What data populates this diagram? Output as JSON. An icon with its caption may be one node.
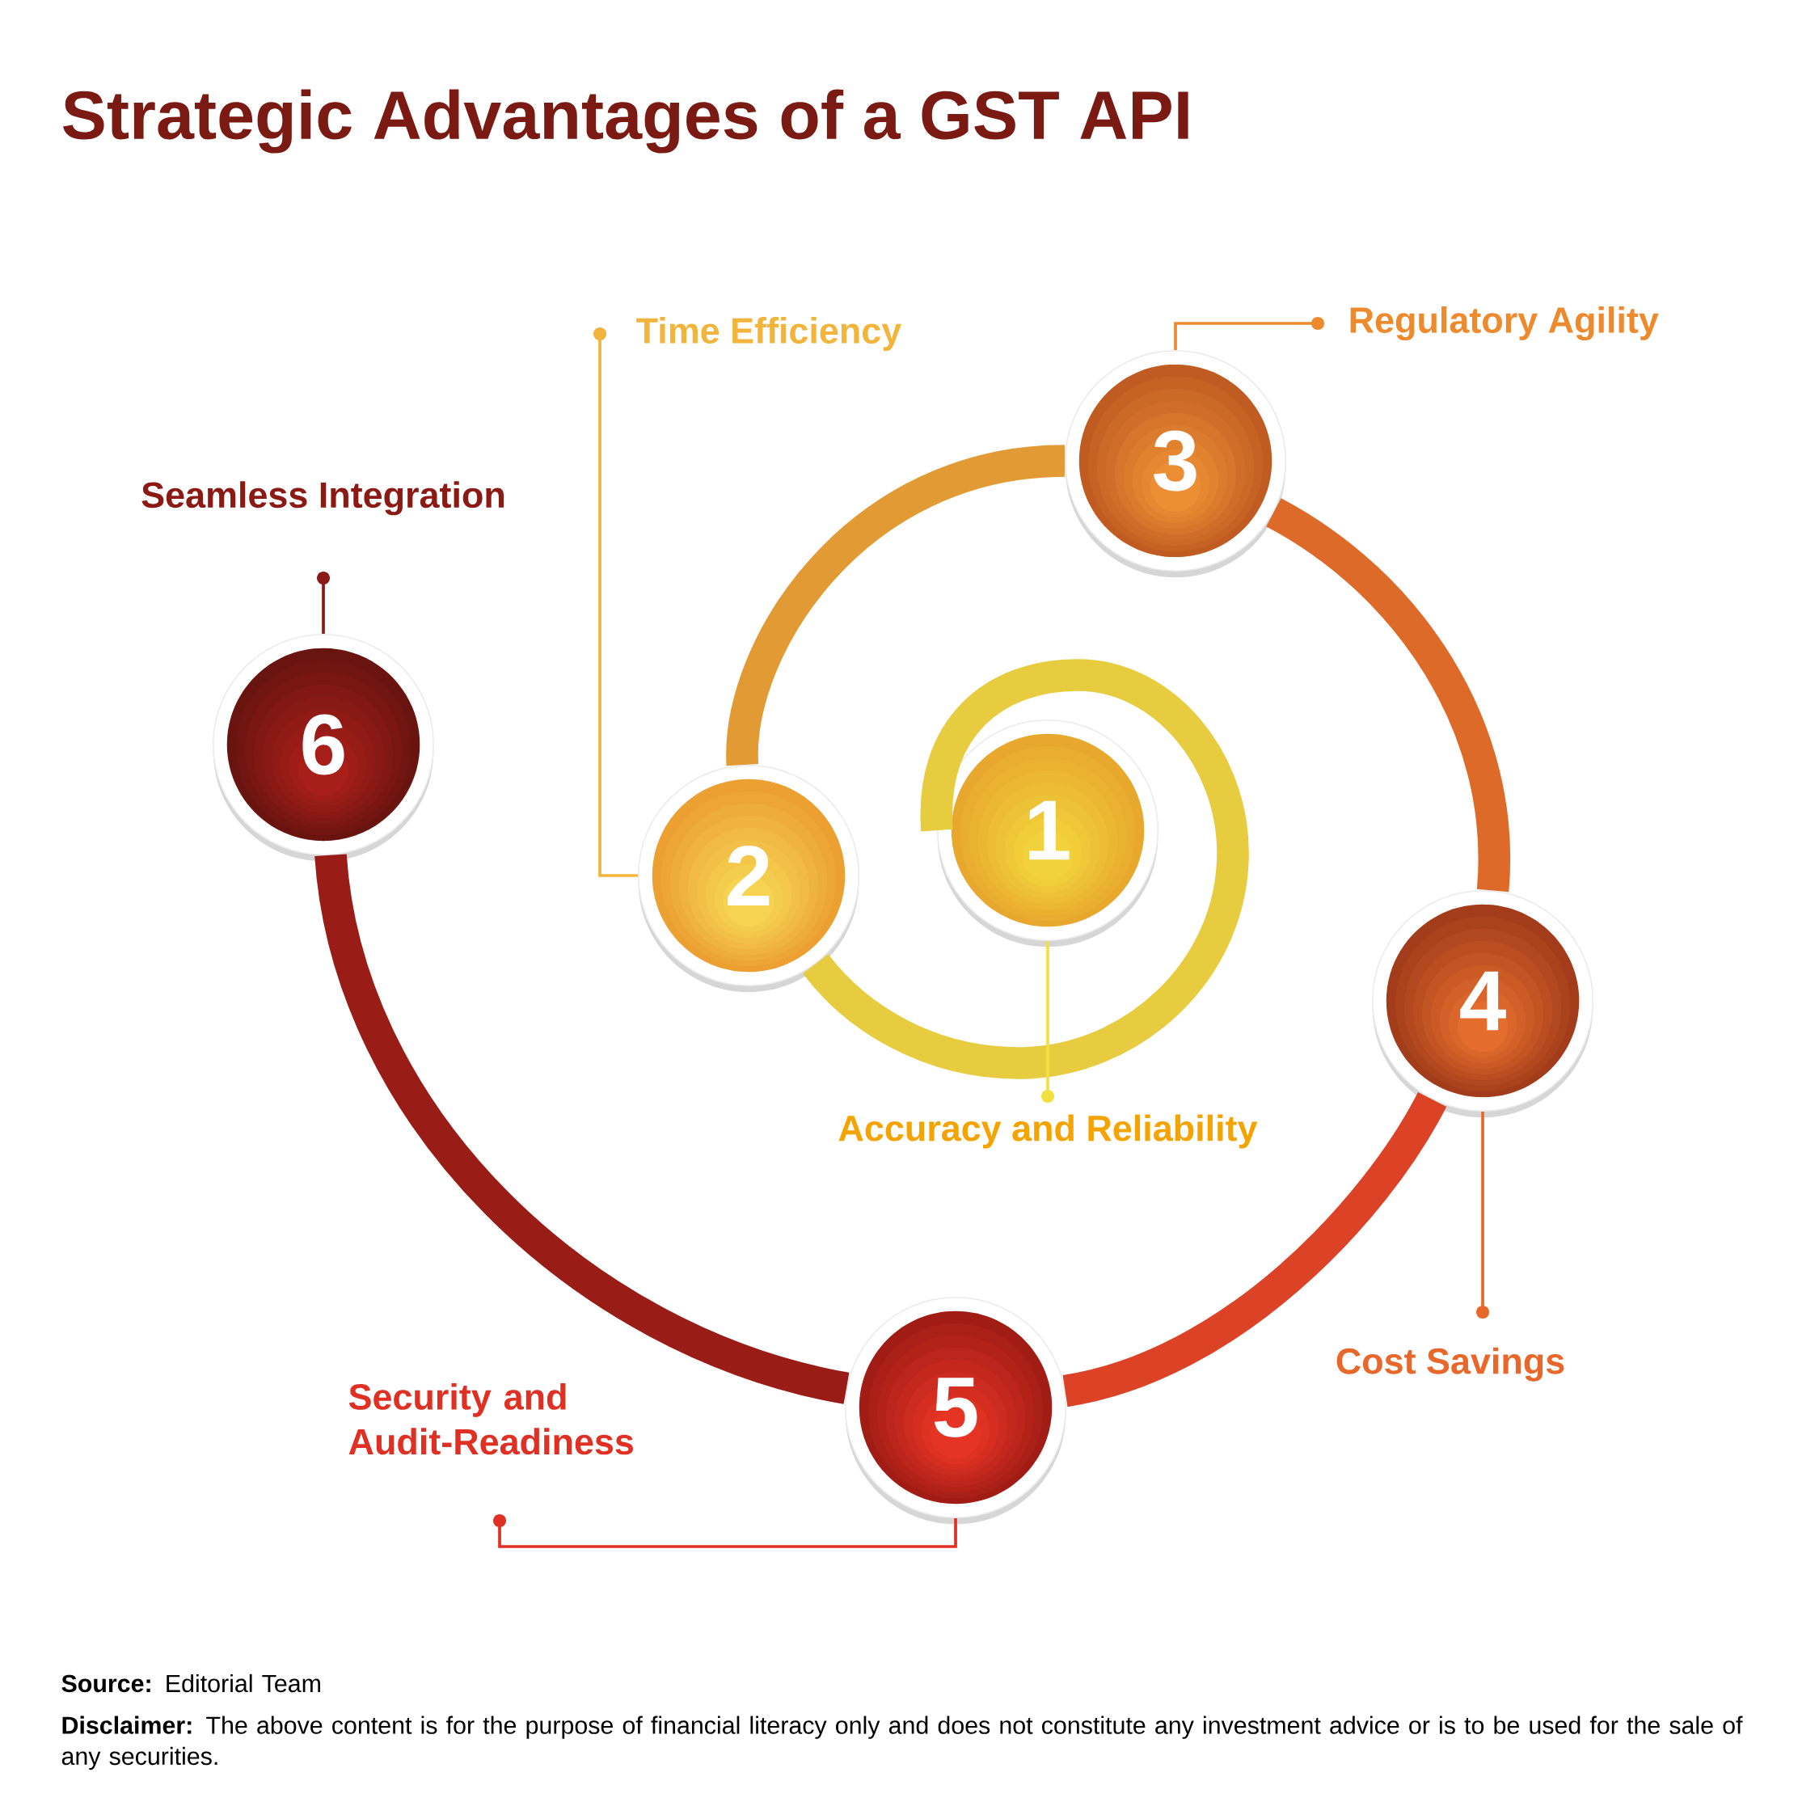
{
  "diagram": {
    "title": "Strategic Advantages of a GST API",
    "nodes": [
      {
        "text": [
          "1"
        ]
      },
      {
        "text": [
          "Accuracy and Reliability"
        ]
      },
      {
        "text": [
          "2"
        ]
      },
      {
        "text": [
          "Time Efficiency"
        ]
      },
      {
        "text": [
          "3"
        ]
      },
      {
        "text": [
          "Regulatory Agility"
        ]
      },
      {
        "text": [
          "4"
        ]
      },
      {
        "text": [
          "Cost Savings"
        ]
      },
      {
        "text": [
          "5"
        ]
      },
      {
        "text": [
          "Security and Audit-Readiness"
        ]
      },
      {
        "text": [
          "6"
        ]
      },
      {
        "text": [
          "Seamless Integration"
        ]
      }
    ],
    "edges": [
      {
        "from": 0,
        "to": 2,
        "arrow": "none",
        "style": "thick",
        "color": "#e8cc40"
      },
      {
        "from": 2,
        "to": 4,
        "arrow": "none",
        "style": "thick",
        "color": "#e29a34"
      },
      {
        "from": 4,
        "to": 6,
        "arrow": "none",
        "style": "thick",
        "color": "#de6a2a"
      },
      {
        "from": 6,
        "to": 8,
        "arrow": "none",
        "style": "thick",
        "color": "#dc4226"
      },
      {
        "from": 8,
        "to": 10,
        "arrow": "none",
        "style": "thick",
        "color": "#9a1c16"
      },
      {
        "from": 1,
        "to": 0,
        "arrow": "other",
        "color": "#f2e040"
      },
      {
        "from": 3,
        "to": 2,
        "arrow": "other",
        "color": "#f2b43a"
      },
      {
        "from": 5,
        "to": 4,
        "arrow": "other",
        "color": "#ee8a2e"
      },
      {
        "from": 7,
        "to": 6,
        "arrow": "other",
        "color": "#e8672a"
      },
      {
        "from": 9,
        "to": 8,
        "arrow": "other",
        "color": "#e03024"
      },
      {
        "from": 11,
        "to": 10,
        "arrow": "other",
        "color": "#8b1a14"
      }
    ],
    "labels": [
      "**Source:** Editorial Team",
      "**Disclaimer:** The above content is for the purpose of financial literacy only and does not constitute any investment advice or is to be used for the sale of any securities."
    ]
  }
}
